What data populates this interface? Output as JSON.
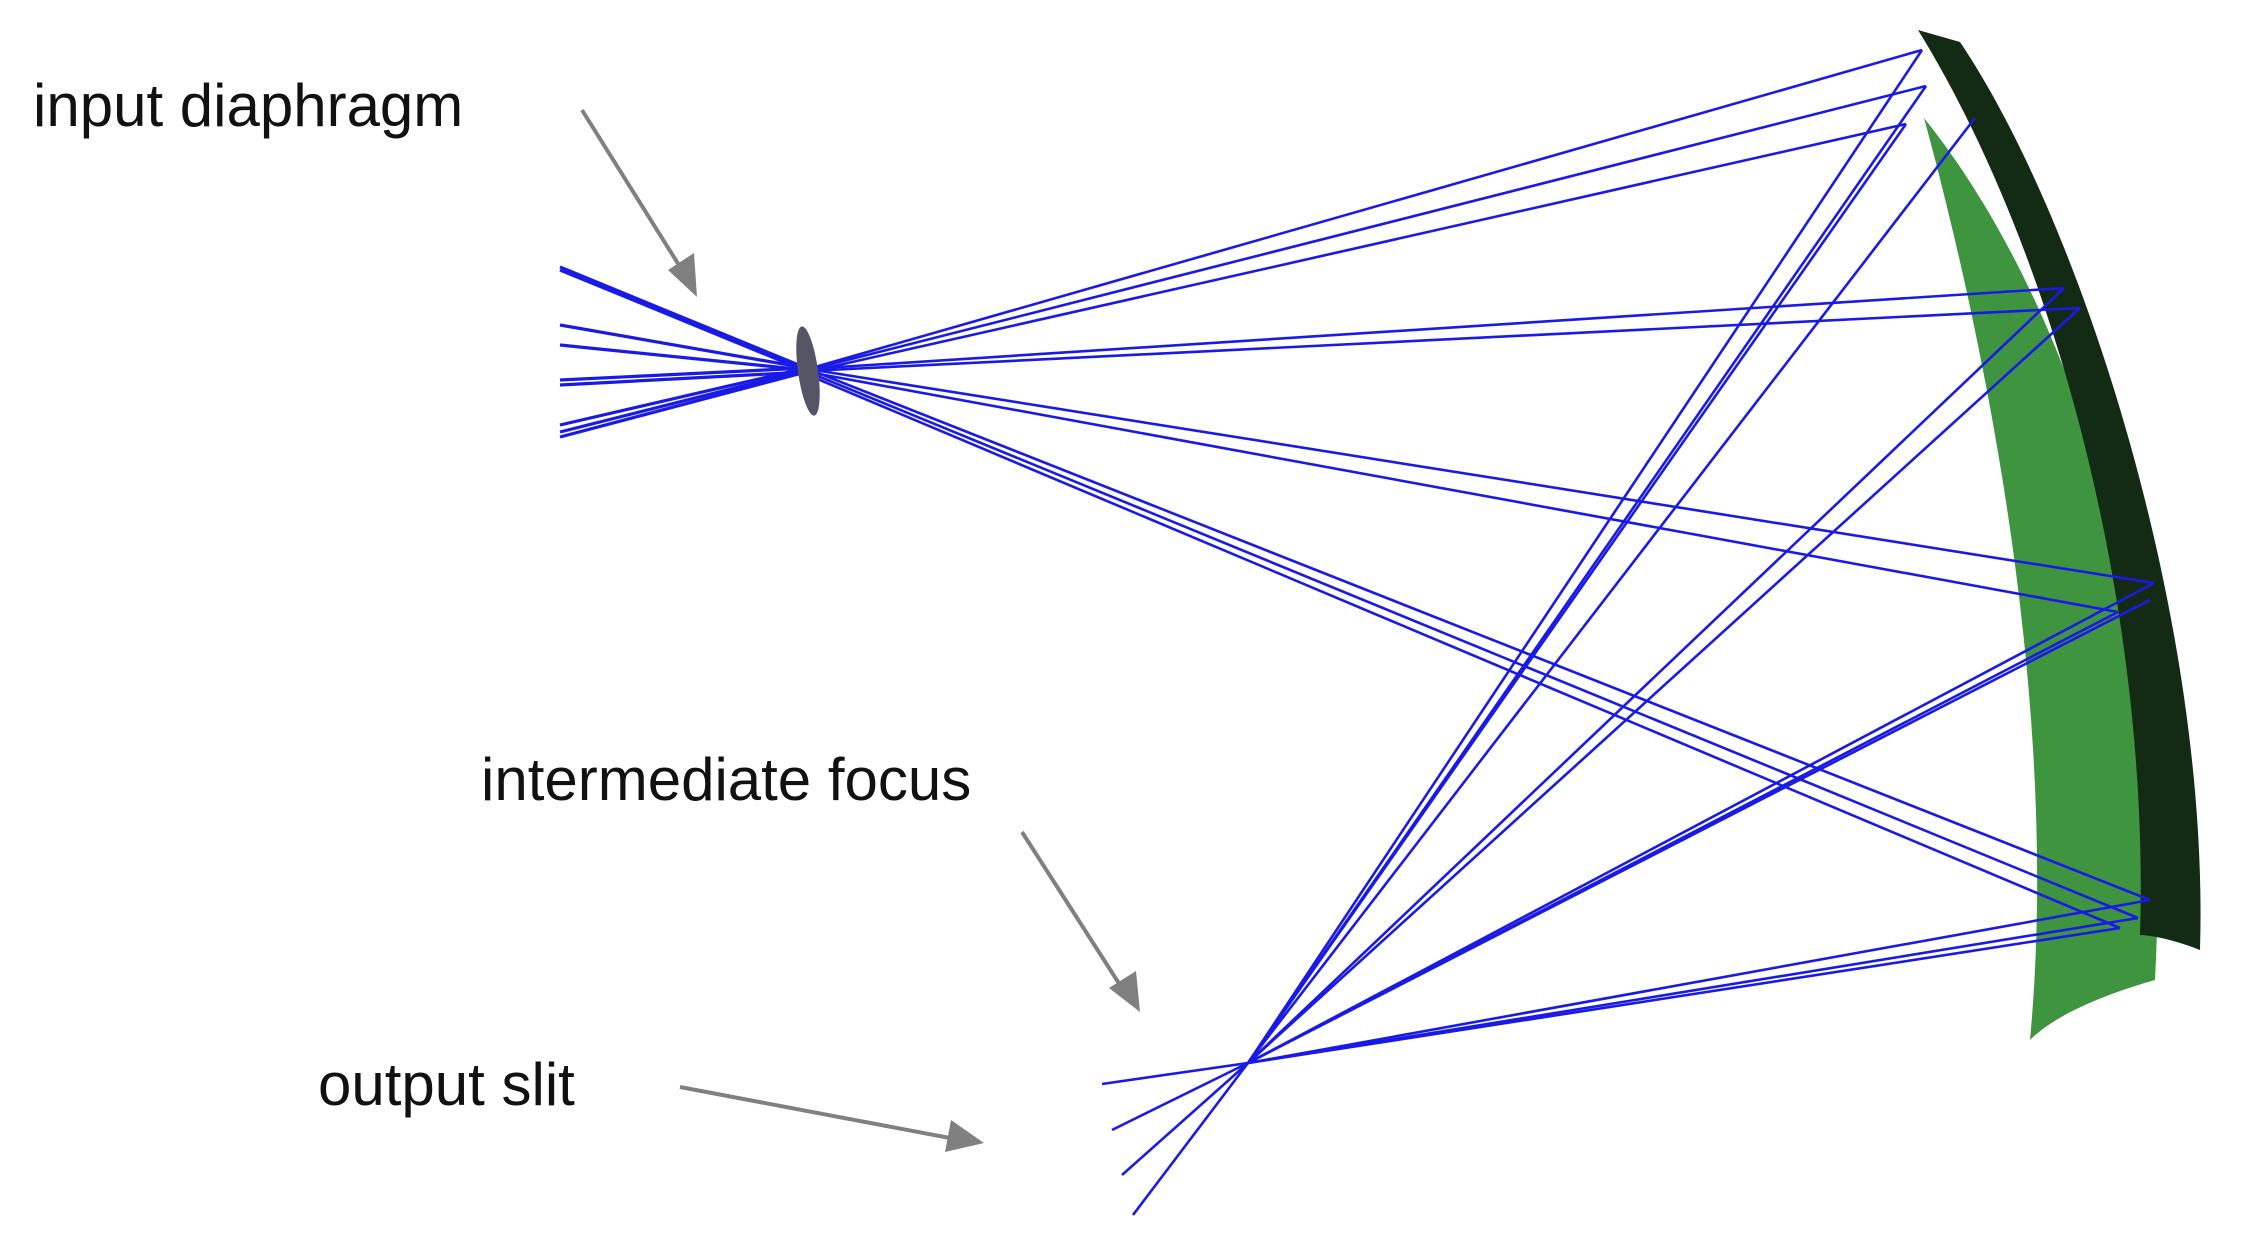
{
  "labels": {
    "input_diaphragm": "input diaphragm",
    "intermediate_focus": "intermediate focus",
    "output_slit": "output slit"
  },
  "colors": {
    "ray": "#1a1ae6",
    "mirror_back": "#132a15",
    "mirror_front": "#3f9440",
    "diaphragm": "#555566",
    "arrow": "#808080",
    "text": "#111111"
  }
}
